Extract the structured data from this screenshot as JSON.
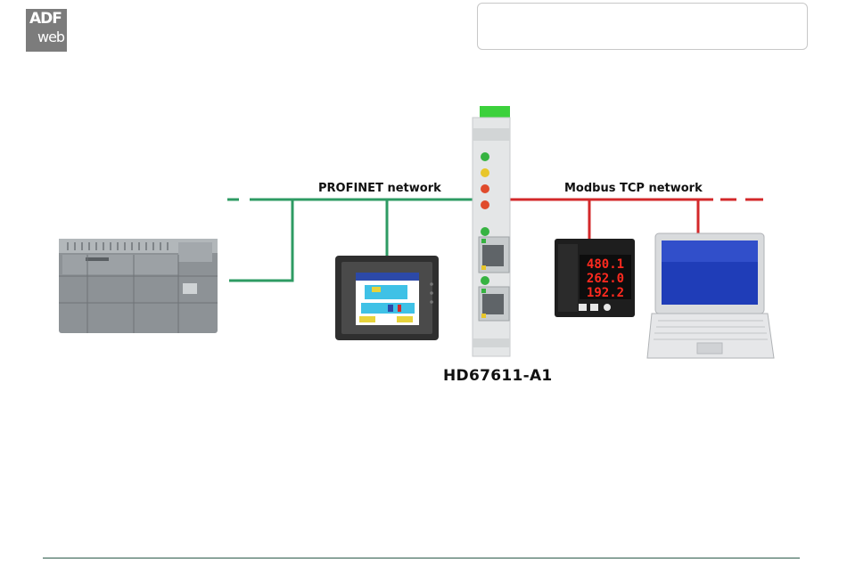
{
  "logo": {
    "line1": "ADF",
    "line2": "web"
  },
  "networks": {
    "left_label": "PROFINET network",
    "right_label": "Modbus TCP network"
  },
  "device": {
    "model": "HD67611-A1"
  },
  "meter": {
    "readings": [
      "480.1",
      "262.0",
      "192.2"
    ]
  },
  "colors": {
    "profinet": "#2e9b63",
    "modbus": "#d3282a",
    "footer_rule": "#2c5b4b"
  }
}
